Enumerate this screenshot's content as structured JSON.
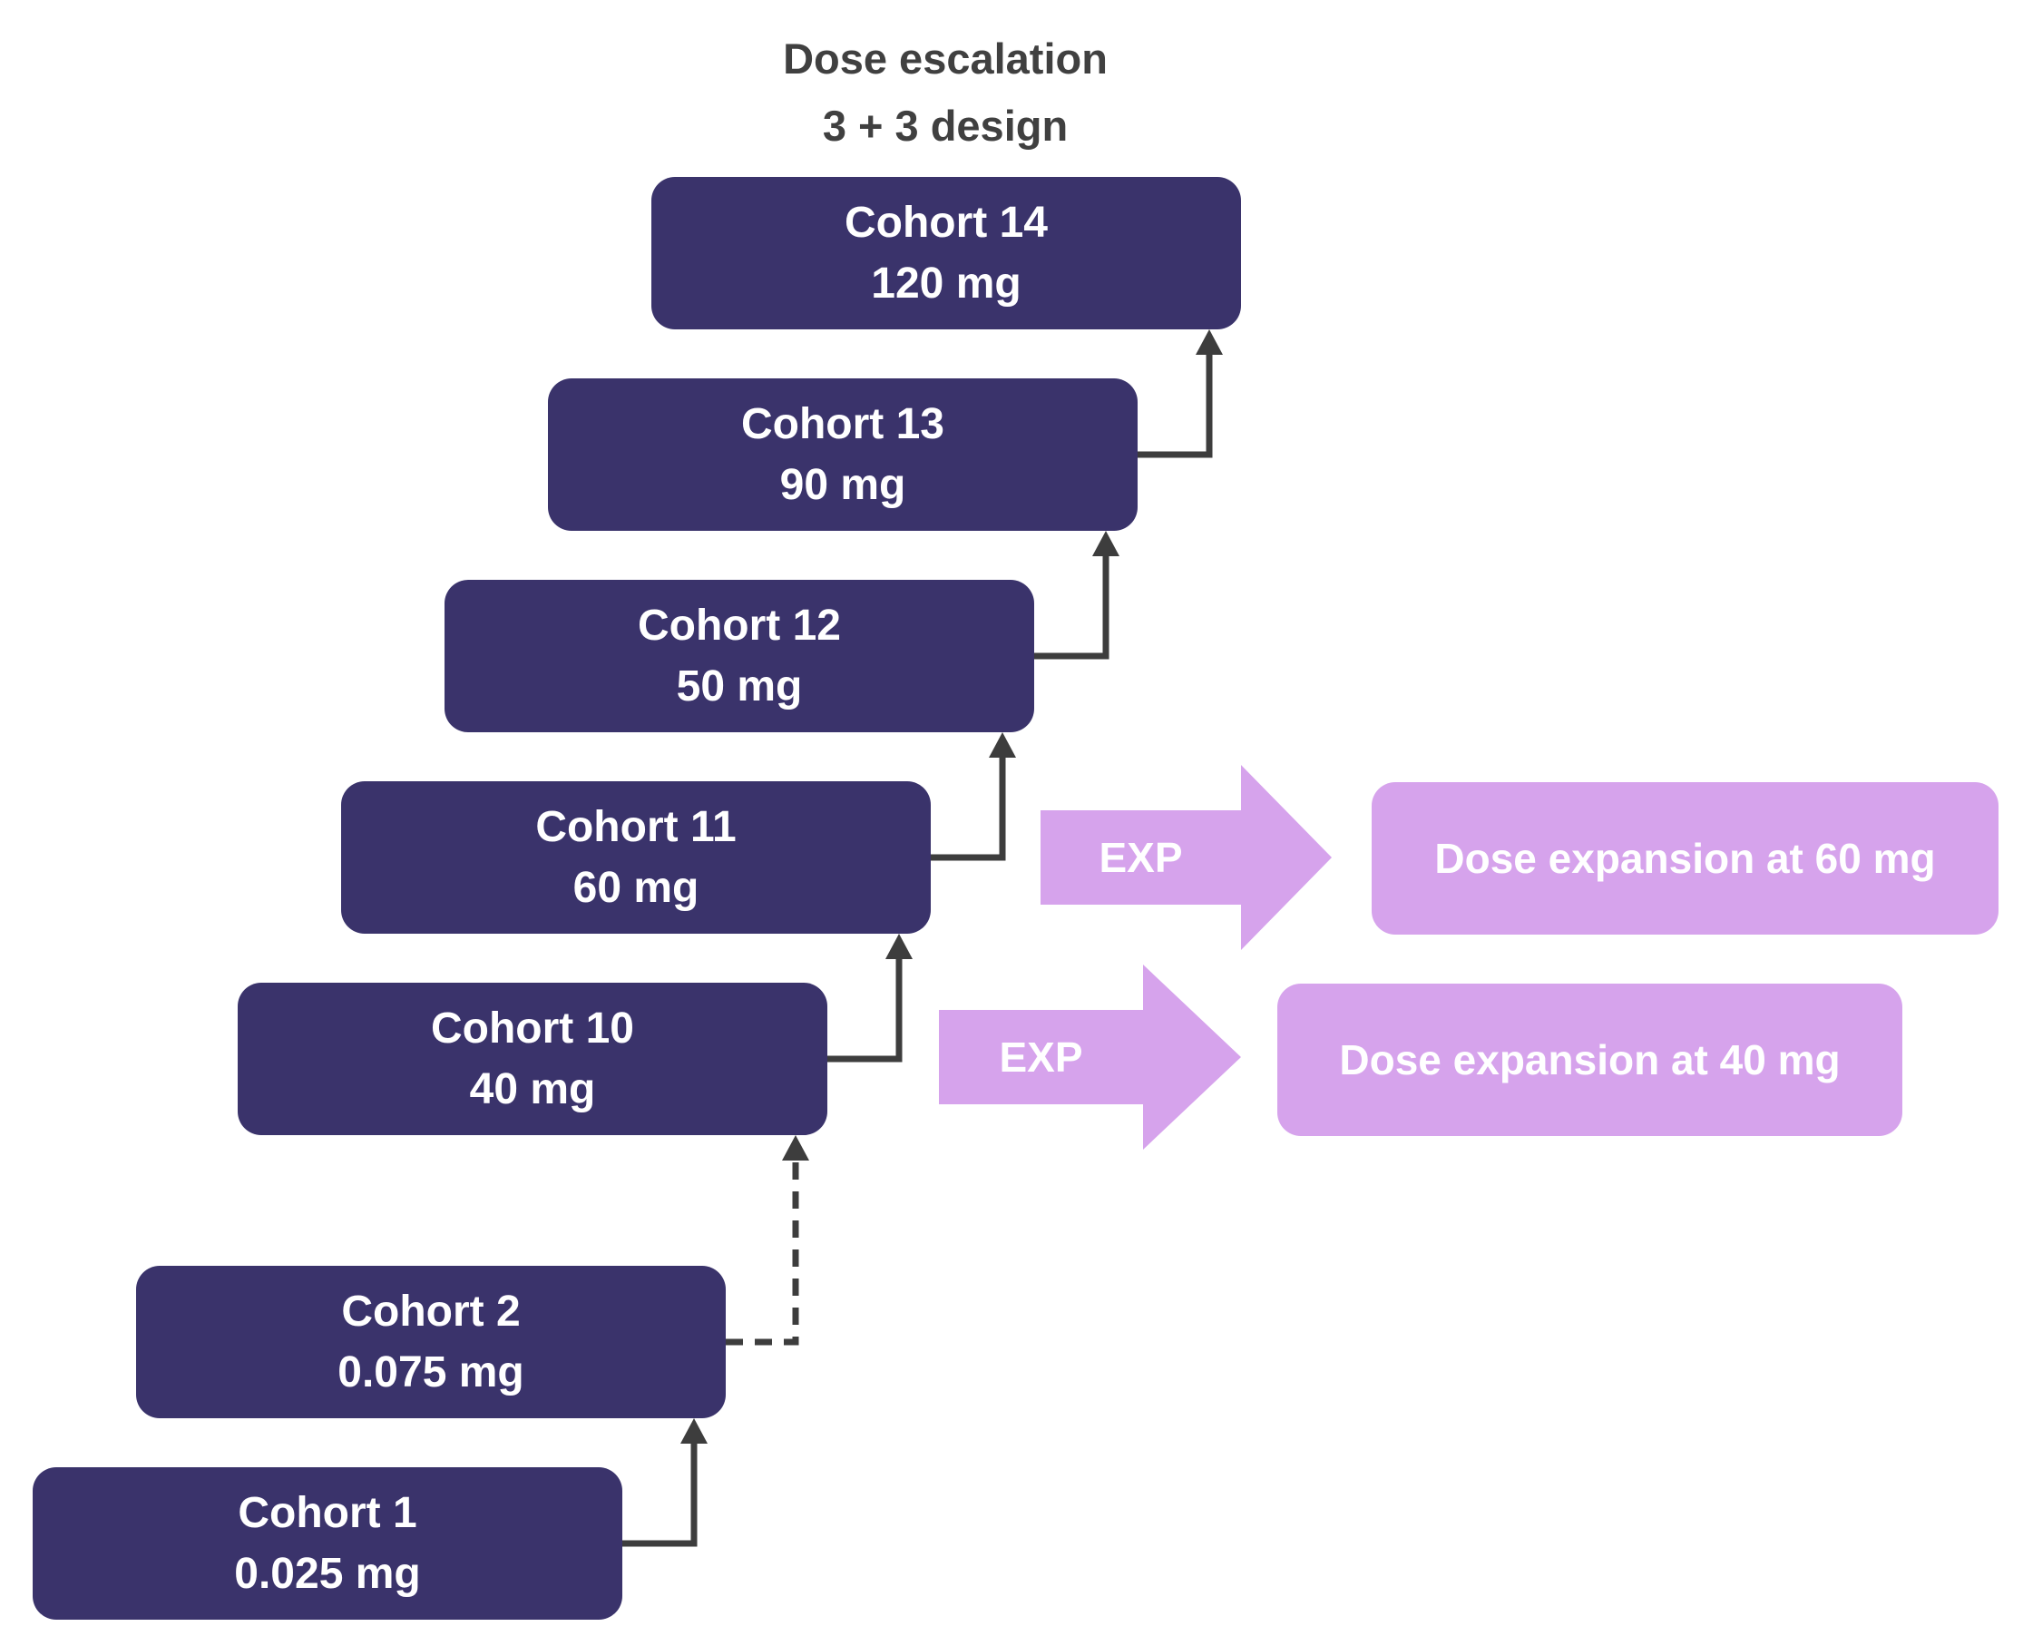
{
  "title": {
    "line1": "Dose escalation",
    "line2": "3 + 3 design"
  },
  "cohorts": [
    {
      "name": "Cohort 14",
      "dose": "120 mg"
    },
    {
      "name": "Cohort 13",
      "dose": "90 mg"
    },
    {
      "name": "Cohort 12",
      "dose": "50 mg"
    },
    {
      "name": "Cohort 11",
      "dose": "60 mg"
    },
    {
      "name": "Cohort 10",
      "dose": "40 mg"
    },
    {
      "name": "Cohort 2",
      "dose": "0.075 mg"
    },
    {
      "name": "Cohort 1",
      "dose": "0.025 mg"
    }
  ],
  "exp_arrows": [
    {
      "label": "EXP"
    },
    {
      "label": "EXP"
    }
  ],
  "expansions": [
    {
      "label": "Dose expansion at 60 mg"
    },
    {
      "label": "Dose expansion at 40 mg"
    }
  ],
  "colors": {
    "cohort_box": "#3a336b",
    "expansion_pink": "#d6a3ec",
    "connector_gray": "#3d3d3d",
    "title_text": "#404040",
    "box_text": "#ffffff",
    "background": "#ffffff"
  }
}
